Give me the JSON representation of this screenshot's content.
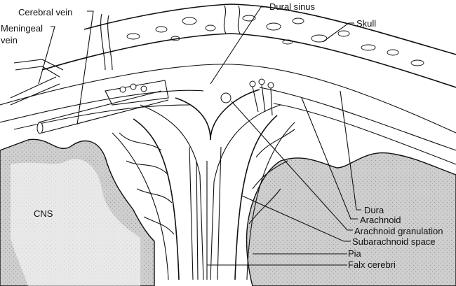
{
  "labels": {
    "cerebral_vein": "Cerebral vein",
    "meningeal_vein_line1": "Meningeal",
    "meningeal_vein_line2": "vein",
    "dural_sinus": "Dural sinus",
    "skull": "Skull",
    "cns": "CNS",
    "dura": "Dura",
    "arachnoid": "Arachnoid",
    "arachnoid_granulation": "Arachnoid granulation",
    "subarachnoid_space": "Subarachnoid space",
    "pia": "Pia",
    "falx_cerebri": "Falx cerebri"
  },
  "colors": {
    "ink": "#111111",
    "cortex": "#c8c8c8",
    "background": "#ffffff"
  }
}
